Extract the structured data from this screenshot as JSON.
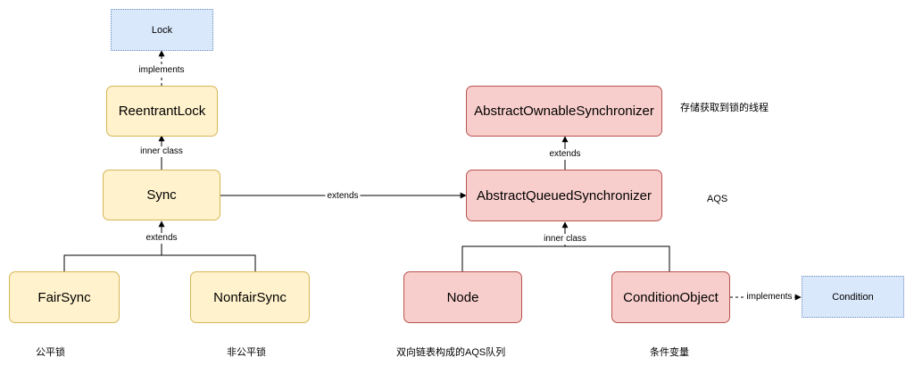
{
  "nodes": {
    "lock": "Lock",
    "reentrant_lock": "ReentrantLock",
    "sync": "Sync",
    "fair_sync": "FairSync",
    "nonfair_sync": "NonfairSync",
    "abstract_ownable_synchronizer": "AbstractOwnableSynchronizer",
    "abstract_queued_synchronizer": "AbstractQueuedSynchronizer",
    "node": "Node",
    "condition_object": "ConditionObject",
    "condition": "Condition"
  },
  "edge_labels": {
    "reentrant_implements_lock": "implements",
    "sync_inner_class_reentrant": "inner class",
    "fair_nonfair_extends_sync": "extends",
    "sync_extends_aqs": "extends",
    "aqs_extends_aos": "extends",
    "node_condition_inner_class_aqs": "inner class",
    "conditionobject_implements_condition": "implements"
  },
  "notes": {
    "aos_note": "存储获取到锁的线程",
    "aqs_note": "AQS",
    "fair_note": "公平锁",
    "nonfair_note": "非公平锁",
    "node_note": "双向链表构成的AQS队列",
    "condition_note": "条件变量"
  },
  "colors": {
    "yellow_fill": "#fff2cc",
    "yellow_stroke": "#d6b656",
    "red_fill": "#f8cecc",
    "red_stroke": "#b85450",
    "blue_fill": "#dae8fc",
    "blue_stroke": "#6c8ebf"
  }
}
